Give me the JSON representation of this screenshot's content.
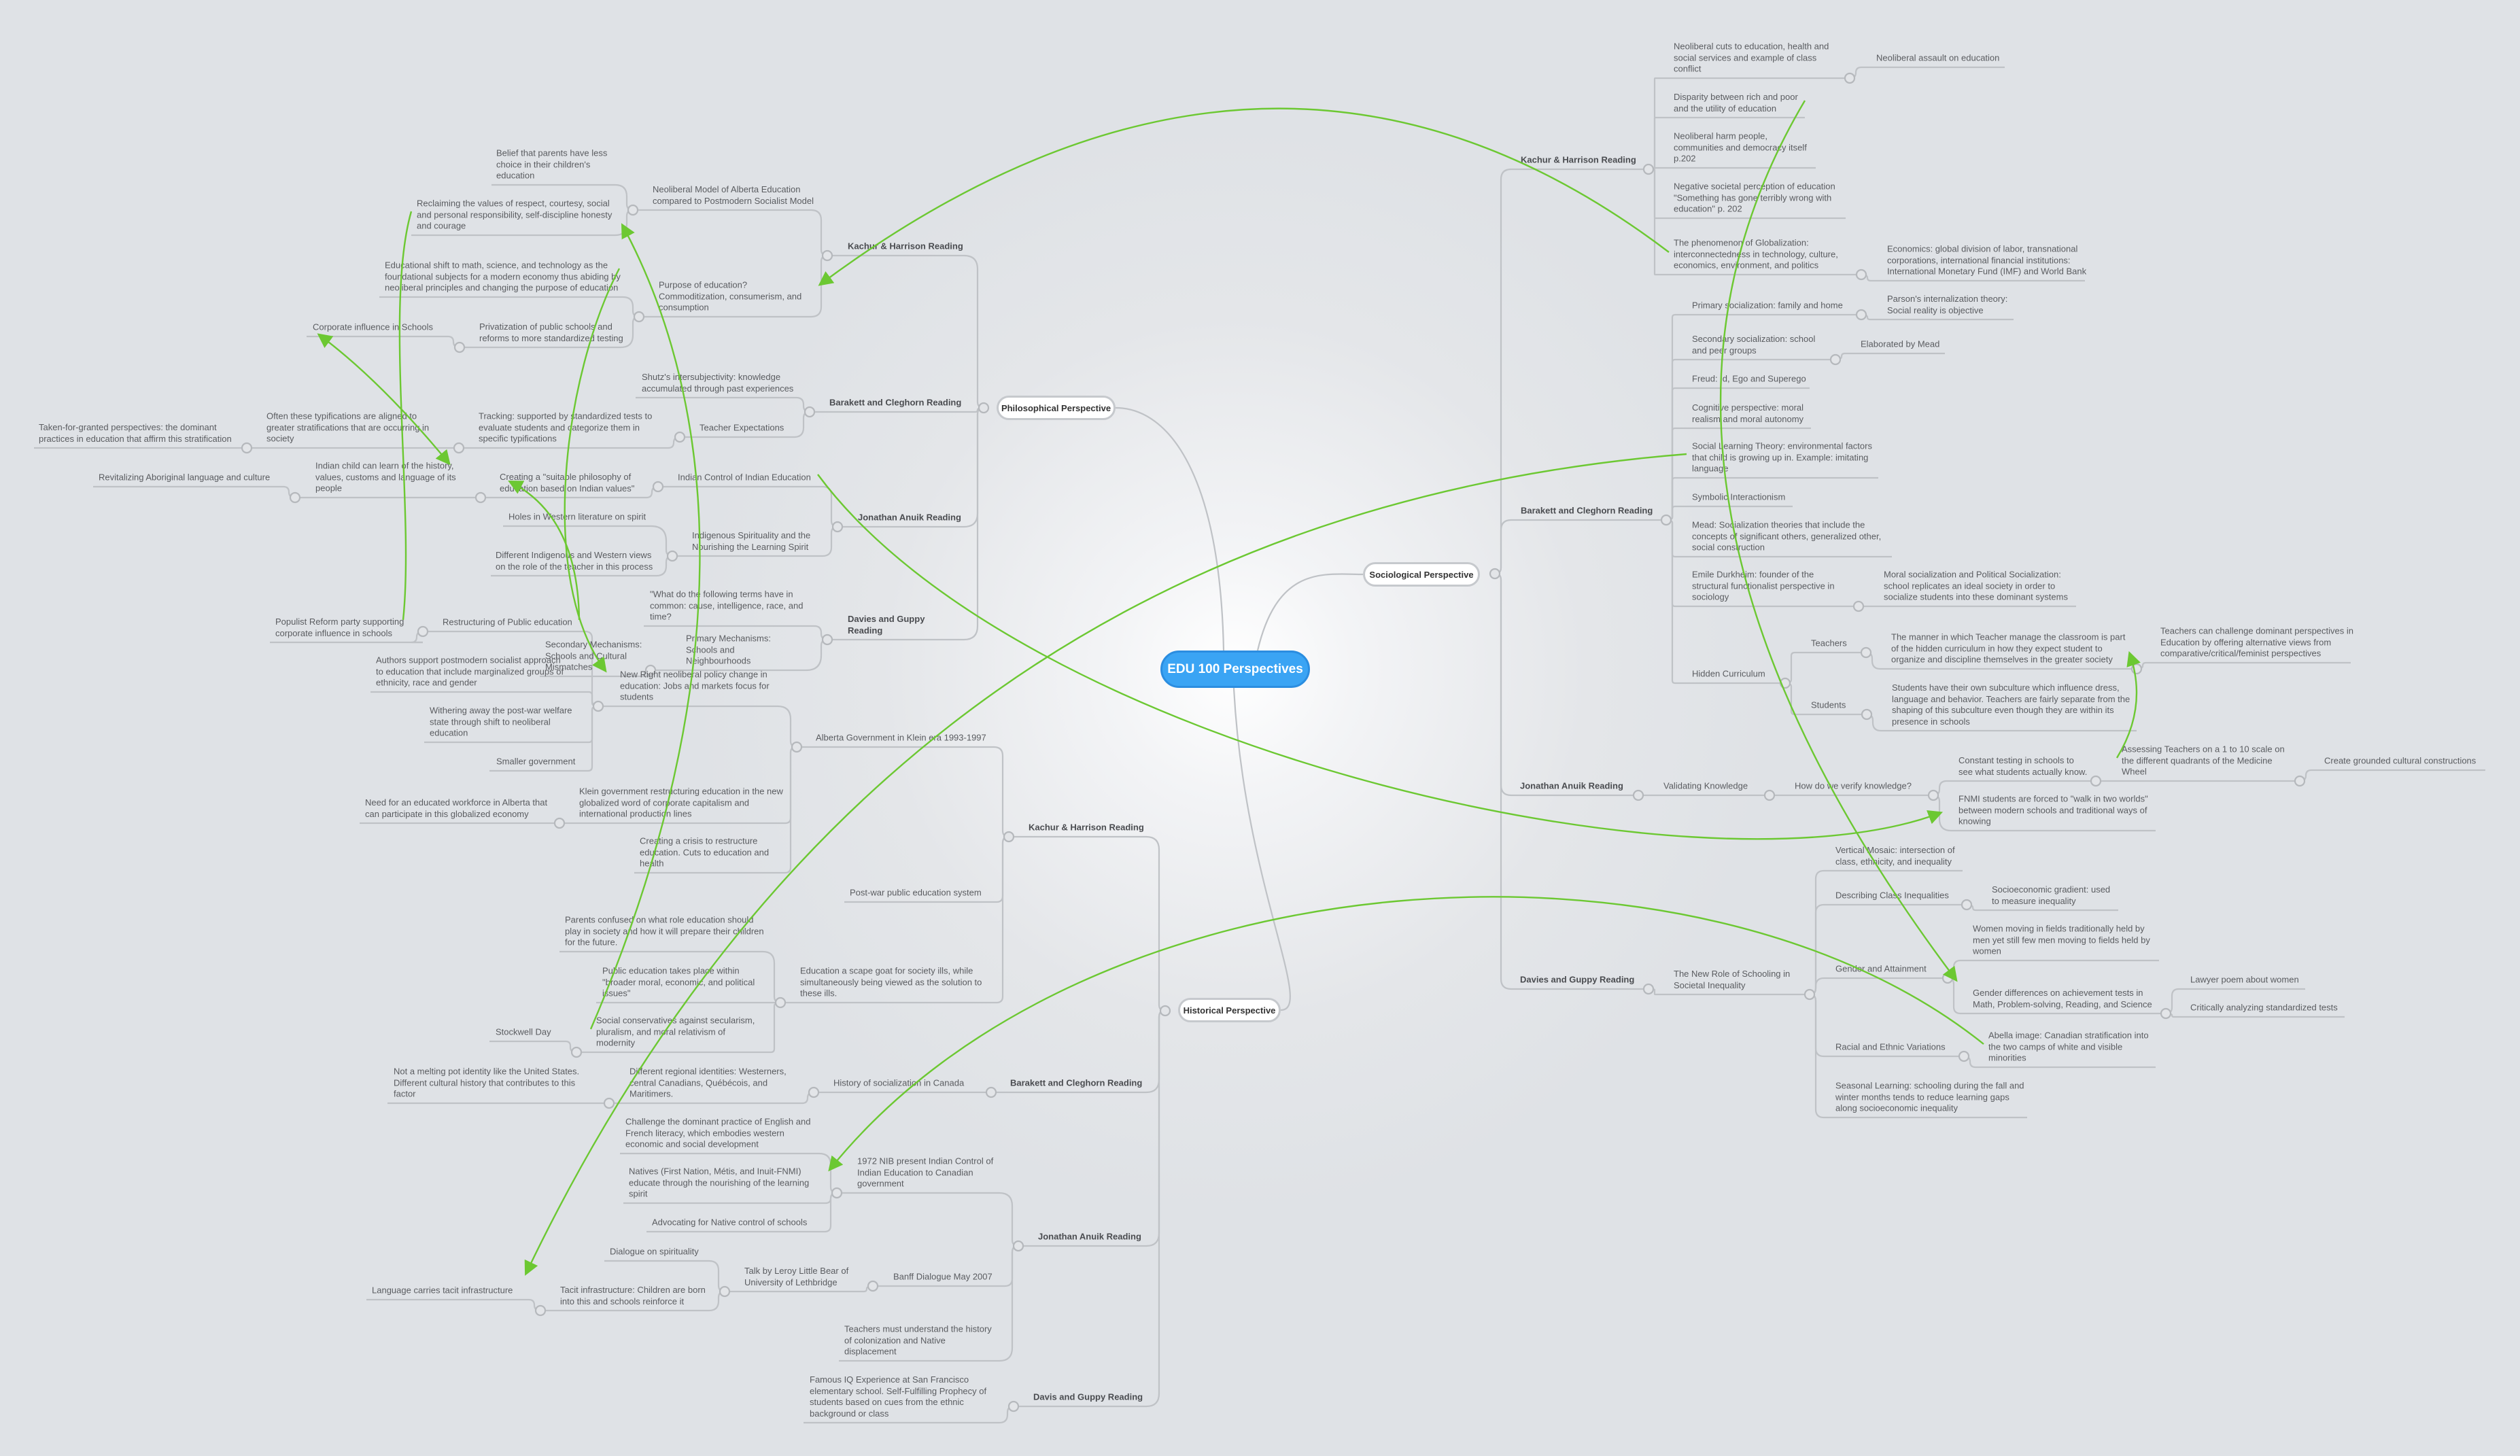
{
  "root": {
    "label": "EDU 100 Perspectives"
  },
  "colors": {
    "root_fill": "#3aa4f4",
    "branch_line": "#bfc2c6",
    "relationship": "#6cc832",
    "background": "#dfe2e6"
  },
  "branches": [
    {
      "label": "Philosophical Perspective",
      "children": [
        {
          "label": "Kachur & Harrison Reading",
          "children": [
            {
              "label": "Neoliberal Model of Alberta Education compared to Postmodern Socialist Model",
              "children": [
                {
                  "label": "Belief that parents have less choice in their children's education"
                },
                {
                  "label": "Reclaiming the values of respect, courtesy, social  and personal responsibility, self-discipline honesty and courage"
                }
              ]
            },
            {
              "label": "Purpose of education? Commoditization, consumerism, and consumption",
              "children": [
                {
                  "label": "Educational shift to math, science, and technology as the foundational subjects for a modern economy thus abiding by neoliberal principles and changing the purpose of education"
                },
                {
                  "label": "Privatization of public schools and reforms to more standardized testing",
                  "children": [
                    {
                      "label": "Corporate influence in Schools"
                    }
                  ]
                }
              ]
            }
          ]
        },
        {
          "label": "Barakett and Cleghorn Reading",
          "children": [
            {
              "label": "Shutz's intersubjectivity: knowledge accumulated through past experiences"
            },
            {
              "label": "Teacher Expectations",
              "children": [
                {
                  "label": "Tracking: supported by standardized tests to evaluate students and categorize them in specific typifications",
                  "children": [
                    {
                      "label": "Often these typifications are aligned to greater stratifications that are occurring in society",
                      "children": [
                        {
                          "label": "Taken-for-granted perspectives: the dominant practices in education that affirm this stratification"
                        }
                      ]
                    }
                  ]
                }
              ]
            }
          ]
        },
        {
          "label": "Jonathan Anuik Reading",
          "children": [
            {
              "label": "Indian Control of Indian Education",
              "children": [
                {
                  "label": "Creating a \"suitable philosophy of education based on Indian values\"",
                  "children": [
                    {
                      "label": "Indian child can learn of the history, values, customs and language of its people",
                      "children": [
                        {
                          "label": "Revitalizing Aboriginal language and culture"
                        }
                      ]
                    }
                  ]
                }
              ]
            },
            {
              "label": "Indigenous Spirituality and the Nourishing the Learning Spirit",
              "children": [
                {
                  "label": "Holes in Western literature on spirit"
                },
                {
                  "label": "Different Indigenous and Western views on the role of the teacher in this process"
                }
              ]
            }
          ]
        },
        {
          "label": "Davies and Guppy Reading",
          "children": [
            {
              "label": "\"What do the following terms have in common: cause, intelligence, race, and time?"
            },
            {
              "label": "Primary Mechanisms: Schools and Neighbourhoods",
              "children": [
                {
                  "label": "Secondary Mechanisms: Schools and Cultural Mismatches"
                }
              ]
            }
          ]
        }
      ]
    },
    {
      "label": "Sociological Perspective",
      "children": [
        {
          "label": "Kachur & Harrison Reading",
          "children": [
            {
              "label": "Neoliberal cuts to education, health and social services and example of class conflict",
              "children": [
                {
                  "label": "Neoliberal assault on education"
                }
              ]
            },
            {
              "label": "Disparity between rich and poor and the utility of education"
            },
            {
              "label": "Neoliberal harm people, communities and democracy itself p.202"
            },
            {
              "label": "Negative societal perception of education \"Something has gone terribly wrong with education\" p. 202"
            },
            {
              "label": "The phenomenon of Globalization: interconnectedness in technology, culture, economics, environment, and politics",
              "children": [
                {
                  "label": "Economics: global division of labor, transnational corporations, international financial institutions: International Monetary Fund (IMF) and World Bank"
                }
              ]
            }
          ]
        },
        {
          "label": "Barakett and Cleghorn Reading",
          "children": [
            {
              "label": "Primary socialization: family and home",
              "children": [
                {
                  "label": "Parson's internalization theory: Social reality is objective"
                }
              ]
            },
            {
              "label": "Secondary socialization: school and peer groups",
              "children": [
                {
                  "label": "Elaborated by Mead"
                }
              ]
            },
            {
              "label": "Freud: Id, Ego and Superego"
            },
            {
              "label": "Cognitive perspective: moral realism and moral autonomy"
            },
            {
              "label": "Social Learning Theory: environmental factors that child is growing up in. Example: imitating language"
            },
            {
              "label": "Symbolic Interactionism"
            },
            {
              "label": "Mead: Socialization theories that include the concepts of significant others, generalized other, social construction"
            },
            {
              "label": "Emile Durkheim: founder of the structural functionalist perspective in sociology",
              "children": [
                {
                  "label": "Moral socialization and Political Socialization: school replicates an ideal society in order to socialize students into these dominant systems"
                }
              ]
            },
            {
              "label": "Hidden Curriculum",
              "children": [
                {
                  "label": "Teachers",
                  "children": [
                    {
                      "label": "The manner in which Teacher manage the classroom is part of the hidden curriculum in how they expect student to organize and discipline themselves in the greater society",
                      "children": [
                        {
                          "label": "Teachers can challenge dominant perspectives in Education by offering alternative views from comparative/critical/feminist perspectives"
                        }
                      ]
                    }
                  ]
                },
                {
                  "label": "Students",
                  "children": [
                    {
                      "label": "Students have their own subculture which influence dress, language and behavior. Teachers are fairly separate from the shaping of this subculture even though they are within its presence in schools"
                    }
                  ]
                }
              ]
            }
          ]
        },
        {
          "label": "Jonathan Anuik Reading",
          "children": [
            {
              "label": "Validating Knowledge",
              "children": [
                {
                  "label": "How do we verify knowledge?",
                  "children": [
                    {
                      "label": "Constant testing in schools to see what students actually know.",
                      "children": [
                        {
                          "label": "Assessing Teachers on a 1 to 10 scale on the different quadrants of the Medicine Wheel",
                          "children": [
                            {
                              "label": "Create grounded cultural constructions"
                            }
                          ]
                        }
                      ]
                    },
                    {
                      "label": "FNMI students are forced to \"walk in two worlds\" between modern schools and traditional ways of knowing"
                    }
                  ]
                }
              ]
            }
          ]
        },
        {
          "label": "Davies and Guppy Reading",
          "children": [
            {
              "label": "The New Role of Schooling in Societal Inequality",
              "children": [
                {
                  "label": "Vertical Mosaic: intersection of class, ethnicity, and inequality"
                },
                {
                  "label": "Describing Class Inequalities",
                  "children": [
                    {
                      "label": "Socioeconomic gradient: used to measure inequality"
                    }
                  ]
                },
                {
                  "label": "Gender and Attainment",
                  "children": [
                    {
                      "label": "Women moving in fields traditionally held by men yet still few men moving to fields held by women"
                    },
                    {
                      "label": "Gender differences on achievement tests in Math, Problem-solving, Reading, and Science",
                      "children": [
                        {
                          "label": "Lawyer poem about women"
                        },
                        {
                          "label": "Critically analyzing standardized tests"
                        }
                      ]
                    }
                  ]
                },
                {
                  "label": "Racial and Ethnic Variations",
                  "children": [
                    {
                      "label": "Abella image: Canadian stratification into the two camps of white and visible minorities"
                    }
                  ]
                },
                {
                  "label": "Seasonal Learning: schooling during the fall and winter months tends to reduce learning gaps along socioeconomic inequality"
                }
              ]
            }
          ]
        }
      ]
    },
    {
      "label": "Historical Perspective",
      "children": [
        {
          "label": "Kachur & Harrison Reading",
          "children": [
            {
              "label": "Alberta Government in Klein era 1993-1997",
              "children": [
                {
                  "label": "New Right neoliberal policy change in education: Jobs and markets focus for students",
                  "children": [
                    {
                      "label": "Restructuring of Public education",
                      "children": [
                        {
                          "label": "Populist Reform party supporting corporate influence in schools"
                        }
                      ]
                    },
                    {
                      "label": "Authors support postmodern socialist approach to education that include marginalized groups of ethnicity, race and gender"
                    },
                    {
                      "label": "Withering away the post-war welfare state through shift to neoliberal education"
                    },
                    {
                      "label": "Smaller government"
                    }
                  ]
                },
                {
                  "label": "Klein government restructuring education in the new globalized word of corporate capitalism and international production lines",
                  "children": [
                    {
                      "label": "Need for an educated workforce in Alberta that can participate in this globalized economy"
                    }
                  ]
                },
                {
                  "label": "Creating a crisis to restructure education. Cuts to education and health"
                }
              ]
            },
            {
              "label": "Post-war public education system"
            },
            {
              "label": "Education a scape goat for society ills, while simultaneously being viewed as the solution to these ills.",
              "children": [
                {
                  "label": "Parents confused on what role education should play in society and how it will prepare their children for the future."
                },
                {
                  "label": "Public education takes place within \"broader moral, economic, and political issues\""
                },
                {
                  "label": "Social conservatives against  secularism, pluralism, and moral relativism of modernity",
                  "children": [
                    {
                      "label": "Stockwell Day"
                    }
                  ]
                }
              ]
            }
          ]
        },
        {
          "label": "Barakett and Cleghorn Reading",
          "children": [
            {
              "label": "History of socialization in Canada",
              "children": [
                {
                  "label": "Different regional identities: Westerners, central Canadians, Québécois, and Maritimers.",
                  "children": [
                    {
                      "label": "Not a melting pot identity like the United States. Different cultural history that contributes to this factor"
                    }
                  ]
                }
              ]
            }
          ]
        },
        {
          "label": "Jonathan Anuik Reading",
          "children": [
            {
              "label": "1972 NIB present Indian Control of Indian Education to Canadian government",
              "children": [
                {
                  "label": "Challenge the dominant practice of English and French literacy, which embodies western economic and social development"
                },
                {
                  "label": "Natives (First Nation, Métis, and Inuit-FNMI) educate through the nourishing of the learning spirit"
                },
                {
                  "label": "Advocating for Native control of schools"
                }
              ]
            },
            {
              "label": "Banff Dialogue May 2007",
              "children": [
                {
                  "label": "Talk by Leroy Little Bear of University of Lethbridge",
                  "children": [
                    {
                      "label": "Dialogue on spirituality"
                    },
                    {
                      "label": "Tacit infrastructure: Children are born into this and schools reinforce it",
                      "children": [
                        {
                          "label": "Language carries tacit infrastructure"
                        }
                      ]
                    }
                  ]
                }
              ]
            },
            {
              "label": "Teachers must understand the history of colonization and Native displacement"
            }
          ]
        },
        {
          "label": "Davis and Guppy Reading",
          "children": [
            {
              "label": "Famous IQ Experience at San Francisco elementary school. Self-Fulfilling Prophecy of students based on cues from the ethnic background or class"
            }
          ]
        }
      ]
    }
  ]
}
